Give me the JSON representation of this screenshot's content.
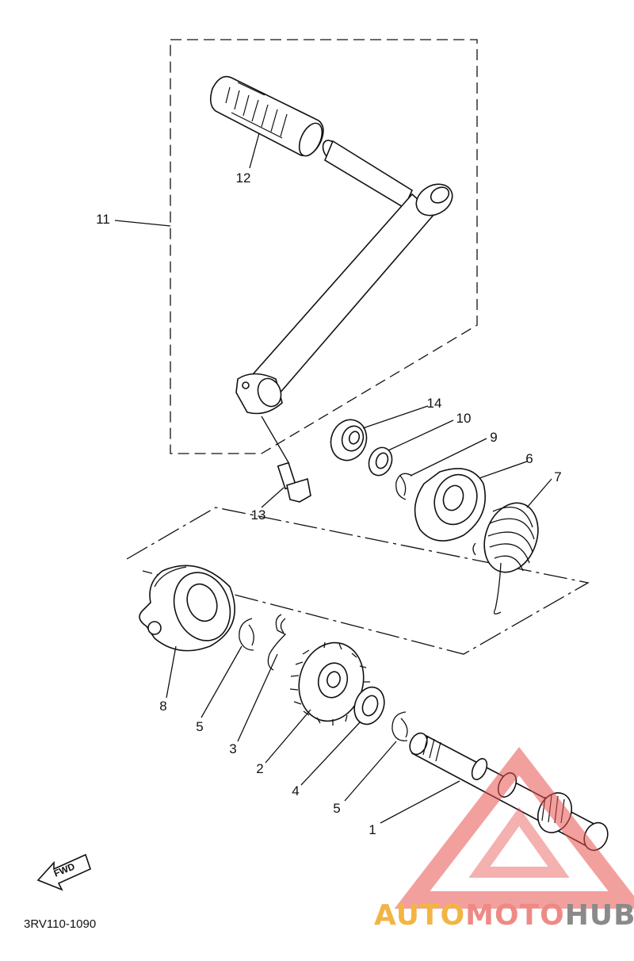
{
  "diagram_code": "3RV110-1090",
  "fwd_label": "FWD",
  "callouts": {
    "c1": "1",
    "c2": "2",
    "c3": "3",
    "c4": "4",
    "c5a": "5",
    "c5b": "5",
    "c6": "6",
    "c7": "7",
    "c8": "8",
    "c9": "9",
    "c10": "10",
    "c11": "11",
    "c12": "12",
    "c13": "13",
    "c14": "14"
  },
  "watermark": {
    "part1": "AUTO",
    "part2": "MOTO",
    "part3": "HUB",
    "color1": "#f2b544",
    "color2": "#ee8a86",
    "color3": "#8a8a8a",
    "triangle_color": "#e7524e"
  }
}
